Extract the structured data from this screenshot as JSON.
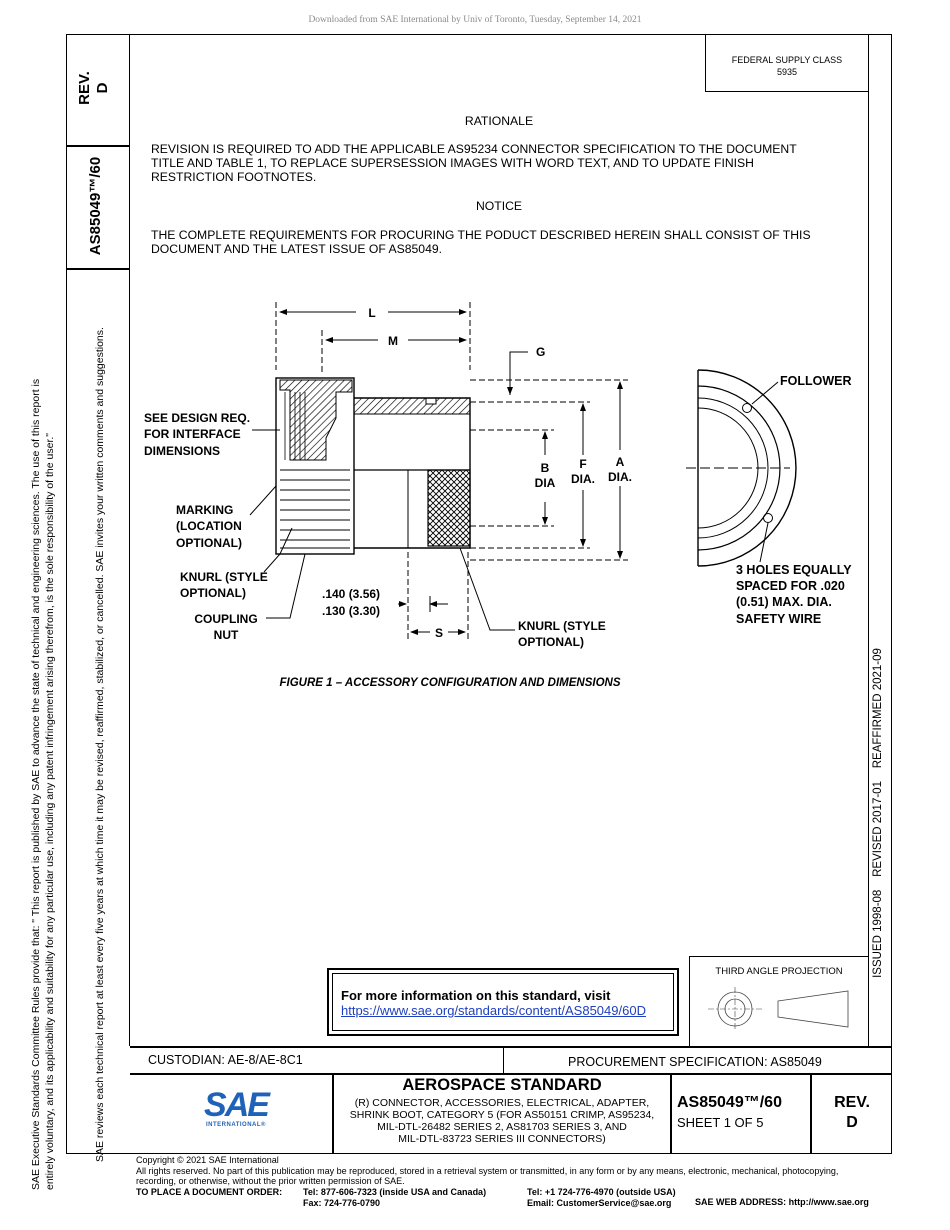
{
  "download_note": "Downloaded from SAE International by Univ of Toronto, Tuesday, September 14, 2021",
  "left_column": {
    "rev_label": "REV.",
    "rev_value": "D",
    "doc_number": "AS85049™/60"
  },
  "federal_supply": {
    "label": "FEDERAL SUPPLY CLASS",
    "value": "5935"
  },
  "rationale": {
    "heading": "RATIONALE",
    "lines": [
      "REVISION IS REQUIRED TO ADD THE APPLICABLE AS95234 CONNECTOR SPECIFICATION TO THE DOCUMENT",
      "TITLE AND TABLE 1, TO REPLACE SUPERSESSION IMAGES WITH WORD TEXT, AND TO UPDATE FINISH",
      "RESTRICTION FOOTNOTES."
    ]
  },
  "notice": {
    "heading": "NOTICE",
    "lines": [
      "THE COMPLETE REQUIREMENTS FOR PROCURING THE PODUCT DESCRIBED HEREIN SHALL CONSIST OF THIS",
      "DOCUMENT AND THE LATEST ISSUE OF AS85049."
    ]
  },
  "figure": {
    "caption": "FIGURE 1 – ACCESSORY CONFIGURATION AND DIMENSIONS",
    "labels": {
      "L": "L",
      "M": "M",
      "G": "G",
      "B1": "B",
      "B2": "DIA",
      "F1": "F",
      "F2": "DIA.",
      "A1": "A",
      "A2": "DIA.",
      "S": "S",
      "see1": "SEE DESIGN REQ.",
      "see2": "FOR INTERFACE",
      "see3": "DIMENSIONS",
      "mark1": "MARKING",
      "mark2": "(LOCATION",
      "mark3": "OPTIONAL)",
      "knurl1a": "KNURL (STYLE",
      "knurl1b": "OPTIONAL)",
      "coup1": "COUPLING",
      "coup2": "NUT",
      "dim1": ".140 (3.56)",
      "dim2": ".130 (3.30)",
      "knurl2a": "KNURL (STYLE",
      "knurl2b": "OPTIONAL)",
      "follower": "FOLLOWER",
      "holes1": "3 HOLES EQUALLY",
      "holes2": "SPACED FOR .020",
      "holes3": "(0.51) MAX. DIA.",
      "holes4": "SAFETY WIRE"
    }
  },
  "right_column": {
    "issue_text": "ISSUED 1998-08    REVISED 2017-01    REAFFIRMED 2021-09"
  },
  "info_box": {
    "title": "For more information on this standard, visit",
    "link": "https://www.sae.org/standards/content/AS85049/60D"
  },
  "third_angle": {
    "label": "THIRD ANGLE PROJECTION"
  },
  "title_block": {
    "custodian": "CUSTODIAN: AE-8/AE-8C1",
    "procurement": "PROCUREMENT SPECIFICATION: AS85049",
    "logo_text": "SAE",
    "logo_sub": "INTERNATIONAL®",
    "standard_type": "AEROSPACE STANDARD",
    "description_lines": [
      "(R) CONNECTOR, ACCESSORIES, ELECTRICAL, ADAPTER,",
      "SHRINK BOOT, CATEGORY 5 (FOR AS50151 CRIMP, AS95234,",
      "MIL-DTL-26482 SERIES 2, AS81703 SERIES 3, AND",
      "MIL-DTL-83723 SERIES III CONNECTORS)"
    ],
    "doc_number": "AS85049™/60",
    "sheet": "SHEET 1 OF 5",
    "rev_label": "REV.",
    "rev_value": "D"
  },
  "side_notes": [
    "SAE Executive Standards Committee Rules provide that: \"  This report is published by SAE to advance the state of technical and engineering sciences. The use of this report is",
    "entirely voluntary, and its applicability and suitability for any particular use, including any patent infringement arising therefrom, is the sole responsibility of the user.\"",
    "SAE reviews each technical report at least every five years at which time it may be revised, reaffirmed, stabilized, or cancelled. SAE invites your written comments and suggestions."
  ],
  "footer": {
    "copyright": "Copyright © 2021 SAE International",
    "rights1": "All rights reserved. No part of this publication may be reproduced, stored in a retrieval system or transmitted, in any form or by any means, electronic, mechanical, photocopying,",
    "rights2": "recording, or otherwise, without the prior written permission of SAE.",
    "order_label": "TO PLACE A DOCUMENT ORDER:",
    "tel_usa": "Tel: 877-606-7323 (inside USA and Canada)",
    "fax": "Fax: 724-776-0790",
    "tel_out": "Tel: +1 724-776-4970 (outside USA)",
    "email": "Email: CustomerService@sae.org",
    "web": "SAE WEB ADDRESS: http://www.sae.org"
  }
}
